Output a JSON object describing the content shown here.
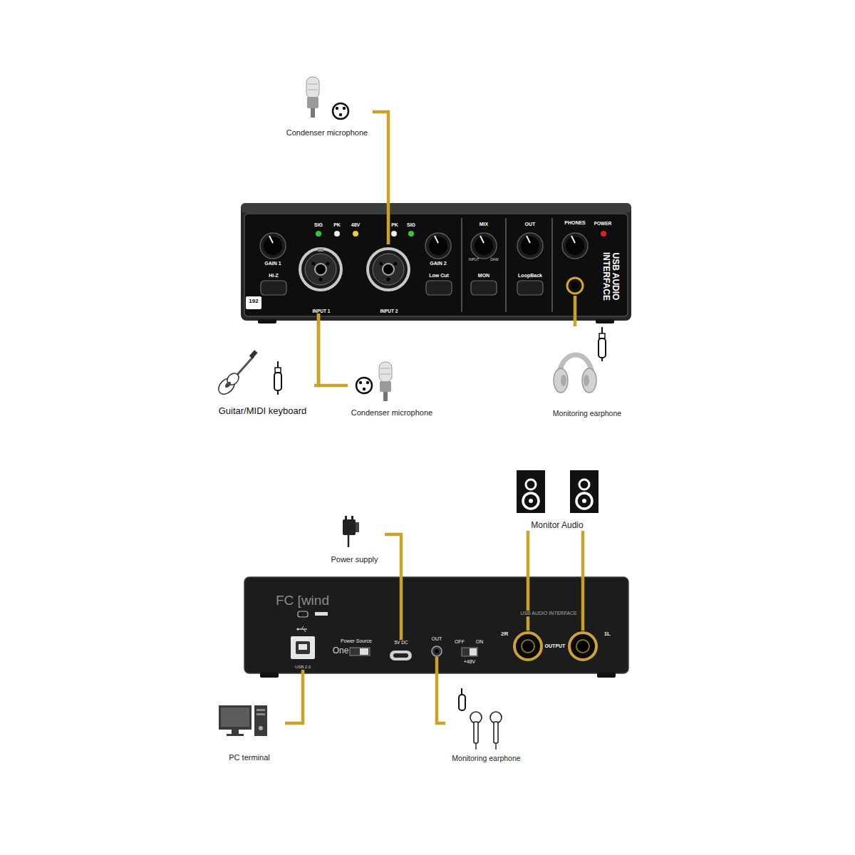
{
  "diagram": {
    "nodes": [
      {
        "text": [
          "Condenser microphone"
        ]
      },
      {
        "text": [
          "USB AUDIO INTERFACE"
        ]
      },
      {
        "text": [
          "INPUT 1"
        ],
        "in": 1
      },
      {
        "text": [
          "INPUT 2"
        ],
        "in": 1
      },
      {
        "text": [
          "PHONES"
        ],
        "in": 1
      },
      {
        "text": [
          "Guitar/MIDI keyboard"
        ]
      },
      {
        "text": [
          "Condenser microphone"
        ]
      },
      {
        "text": [
          "Monitoring earphone"
        ]
      },
      {
        "text": [
          "Power supply"
        ]
      },
      {
        "text": [
          "Monitor Audio"
        ]
      },
      {
        "text": [
          "FC [wind"
        ]
      },
      {
        "text": [
          "USB 2.0"
        ],
        "in": 10
      },
      {
        "text": [
          "5V DC"
        ],
        "in": 10
      },
      {
        "text": [
          "OUT"
        ],
        "in": 10
      },
      {
        "text": [
          "2R"
        ],
        "in": 10
      },
      {
        "text": [
          "1L"
        ],
        "in": 10
      },
      {
        "text": [
          "PC terminal"
        ]
      },
      {
        "text": [
          "Monitoring earphone"
        ]
      }
    ],
    "edges": [
      {
        "from": 0,
        "to": 3,
        "arrow": "none"
      },
      {
        "from": 5,
        "to": 2,
        "arrow": "none"
      },
      {
        "from": 6,
        "to": 2,
        "arrow": "none"
      },
      {
        "from": 7,
        "to": 4,
        "arrow": "none"
      },
      {
        "from": 8,
        "to": 12,
        "arrow": "none"
      },
      {
        "from": 9,
        "to": 14,
        "arrow": "none"
      },
      {
        "from": 9,
        "to": 15,
        "arrow": "none"
      },
      {
        "from": 16,
        "to": 11,
        "arrow": "none"
      },
      {
        "from": 17,
        "to": 13,
        "arrow": "none"
      }
    ],
    "labels": [
      "SIG",
      "PK",
      "48V",
      "PK",
      "SIG",
      "GAIN 1",
      "Hi-Z",
      "192",
      "GAIN 2",
      "Low Cut",
      "MIX",
      "INPUT",
      "DAW",
      "MON",
      "OUT",
      "LoopBack",
      "POWER",
      "USB AUDIO INTERFACE",
      "Power Source",
      "One",
      "OFF",
      "ON",
      "+48V",
      "OUTPUT"
    ]
  }
}
